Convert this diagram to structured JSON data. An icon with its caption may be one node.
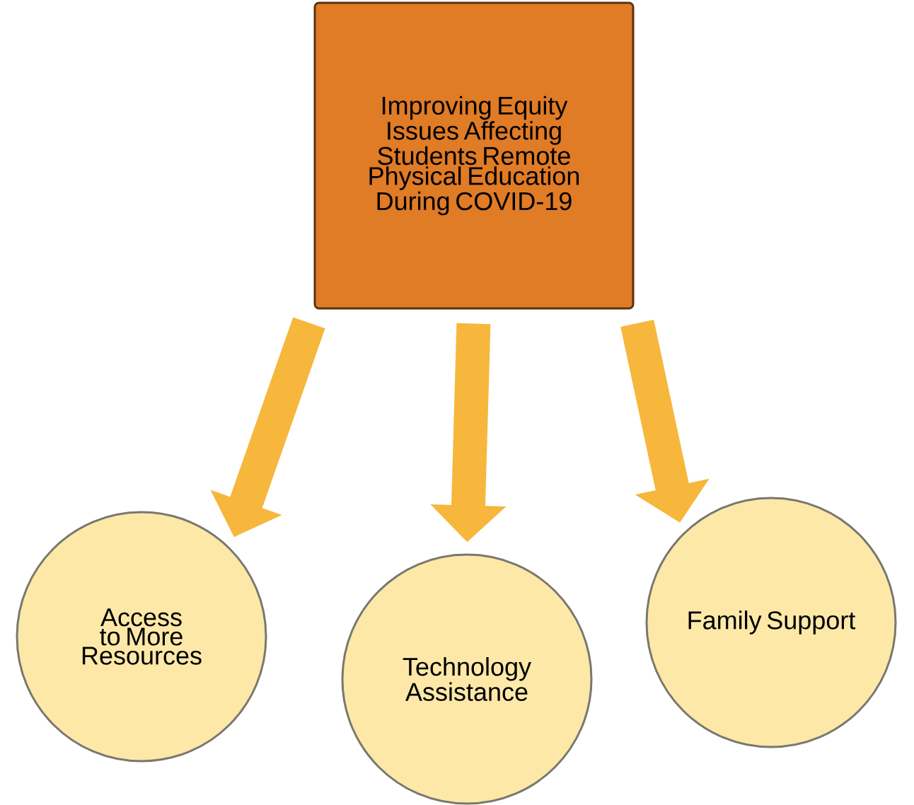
{
  "diagram": {
    "nodes": [
      {
        "text": [
          "Improving Equity Issues Affecting Students Remote Physical Education During COVID-19"
        ]
      },
      {
        "text": [
          "Access to More Resources"
        ]
      },
      {
        "text": [
          "Technology Assistance"
        ]
      },
      {
        "text": [
          "Family Support"
        ]
      }
    ],
    "edges": [
      {
        "from": 0,
        "to": 1,
        "arrow": "to"
      },
      {
        "from": 0,
        "to": 2,
        "arrow": "to"
      },
      {
        "from": 0,
        "to": 3,
        "arrow": "to"
      }
    ]
  }
}
